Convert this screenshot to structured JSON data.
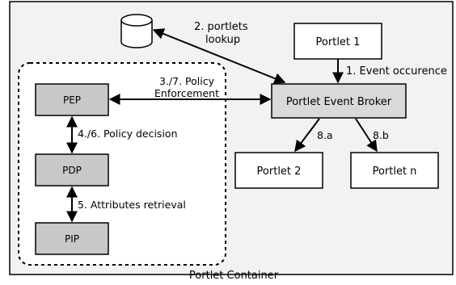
{
  "container": {
    "label": "Portlet Container"
  },
  "nodes": {
    "portlet1": "Portlet 1",
    "broker": "Portlet Event Broker",
    "portlet2": "Portlet 2",
    "portletn": "Portlet n",
    "pep": "PEP",
    "pdp": "PDP",
    "pip": "PIP"
  },
  "edges": {
    "lookup_line1": "2. portlets",
    "lookup_line2": "lookup",
    "event_occurence": "1. Event occurence",
    "policy_line1": "3./7. Policy",
    "policy_line2": "Enforcement",
    "policy_decision": "4./6. Policy decision",
    "attributes_retrieval": "5. Attributes retrieval",
    "to_portlet2": "8.a",
    "to_portletn": "8.b"
  },
  "colors": {
    "container_fill": "#f2f2f2",
    "inner_fill": "#ffffff",
    "module_fill": "#c8c8c8",
    "broker_fill": "#d9d9d9",
    "portlet_fill": "#ffffff",
    "stroke": "#000000"
  }
}
